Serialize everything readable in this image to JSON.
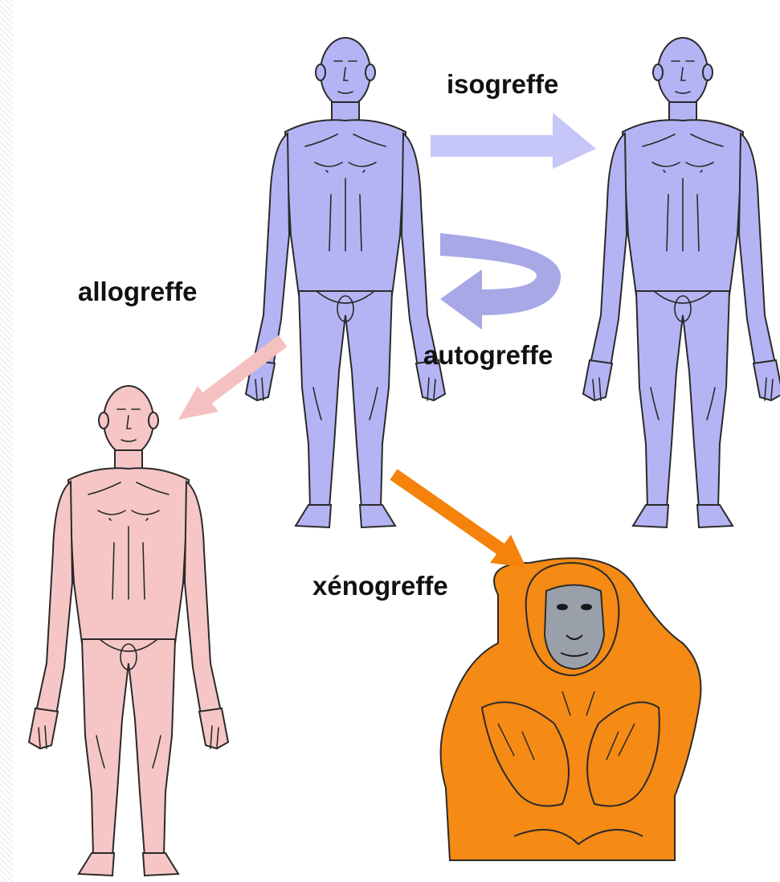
{
  "labels": {
    "isogreffe": "isogreffe",
    "autogreffe": "autogreffe",
    "allogreffe": "allogreffe",
    "xenogreffe": "xénogreffe"
  },
  "colors": {
    "donor": "#b4b4f4",
    "twin": "#b4b4f4",
    "recipient_human": "#f6c6c6",
    "primate": "#f58a14",
    "primate_face": "#9aa0aa",
    "iso_arrow": "#c6c6f8",
    "auto_arrow": "#a8a8e6",
    "allo_arrow": "#f5c0c0",
    "xeno_arrow": "#f5820a"
  },
  "figures": [
    "donor-human-figure",
    "twin-human-figure",
    "recipient-human-figure",
    "primate-figure"
  ]
}
